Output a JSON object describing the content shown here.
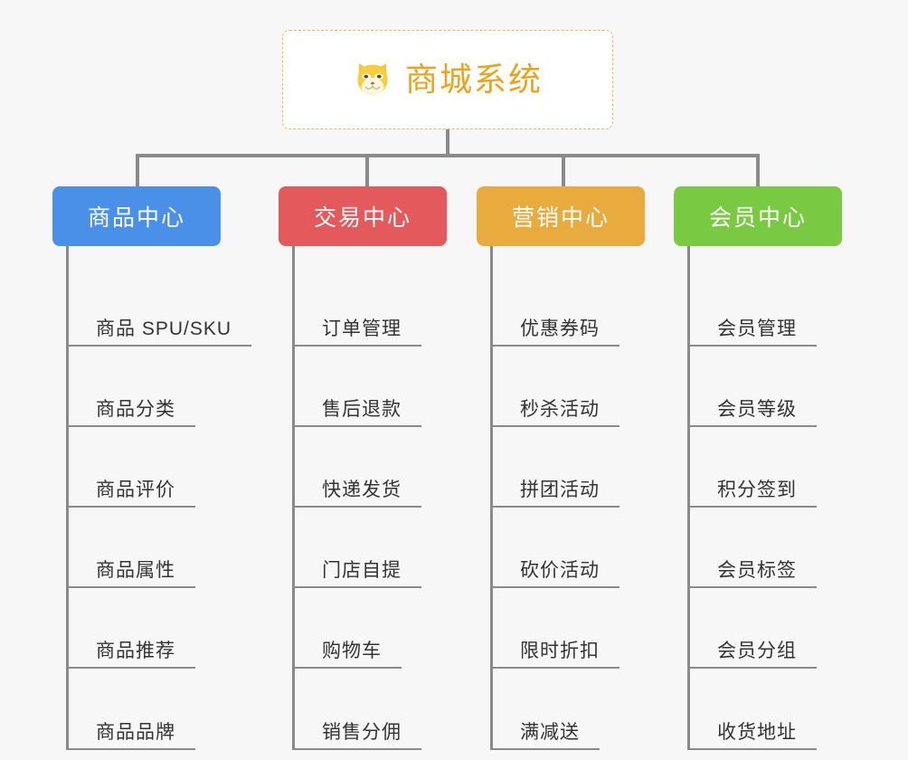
{
  "page": {
    "background_color": "#f7f7f7",
    "type": "mindmap"
  },
  "root": {
    "title": "商城系统",
    "icon": "dog-face-icon",
    "text_color": "#eaa31e",
    "border_color": "#f0b45a",
    "background_color": "#ffffff"
  },
  "columns": [
    {
      "header": "商品中心",
      "color": "#4a90e8",
      "items": [
        "商品 SPU/SKU",
        "商品分类",
        "商品评价",
        "商品属性",
        "商品推荐",
        "商品品牌"
      ]
    },
    {
      "header": "交易中心",
      "color": "#e4595b",
      "items": [
        "订单管理",
        "售后退款",
        "快递发货",
        "门店自提",
        "购物车",
        "销售分佣"
      ]
    },
    {
      "header": "营销中心",
      "color": "#eaab3e",
      "items": [
        "优惠券码",
        "秒杀活动",
        "拼团活动",
        "砍价活动",
        "限时折扣",
        "满减送"
      ]
    },
    {
      "header": "会员中心",
      "color": "#7ac943",
      "items": [
        "会员管理",
        "会员等级",
        "积分签到",
        "会员标签",
        "会员分组",
        "收货地址"
      ]
    }
  ],
  "connector_color": "#8a8a8a"
}
